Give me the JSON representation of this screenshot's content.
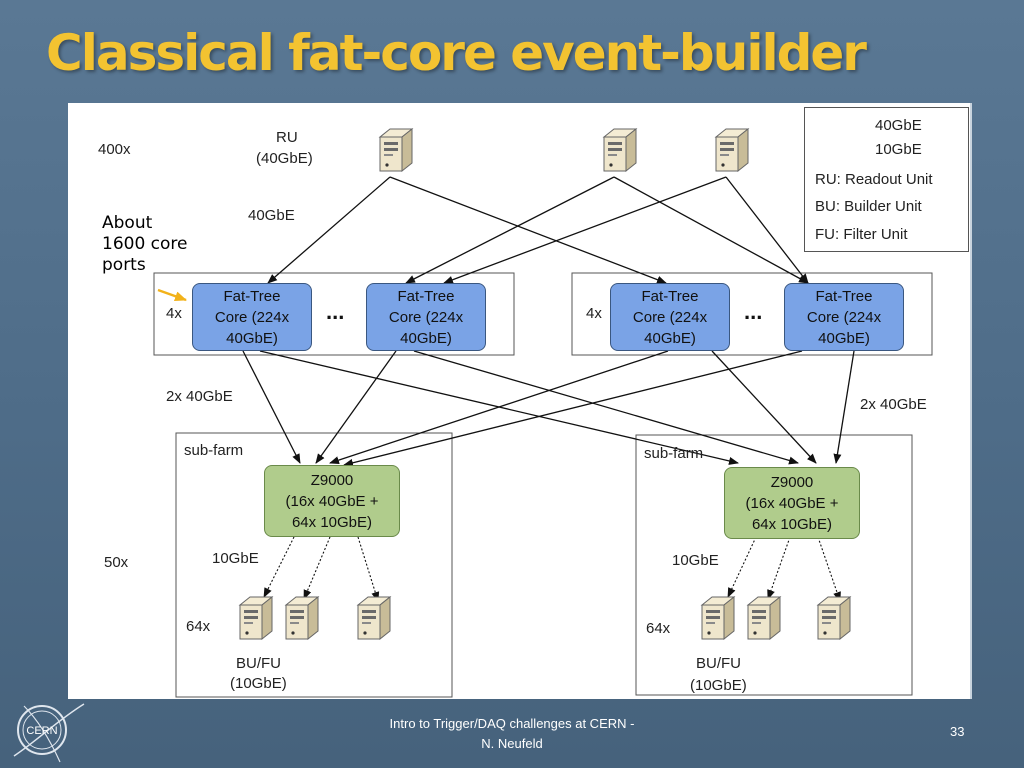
{
  "title": "Classical fat-core event-builder",
  "diagram": {
    "about_lines": [
      "About",
      "1600 core",
      "ports"
    ],
    "labels": {
      "ru_multiplicity": "400x",
      "ru_line1": "RU",
      "ru_line2": "(40GbE)",
      "ru_link": "40GbE",
      "core_multiplicity_left": "4x",
      "core_multiplicity_right": "4x",
      "core_uplink_left": "2x 40GbE",
      "core_uplink_right": "2x 40GbE",
      "subfarm_left": "sub-farm",
      "subfarm_right": "sub-farm",
      "subfarm_multiplicity": "50x",
      "bu_link_left": "10GbE",
      "bu_link_right": "10GbE",
      "bu_multiplicity_left": "64x",
      "bu_multiplicity_right": "64x",
      "bufu_left_1": "BU/FU",
      "bufu_left_2": "(10GbE)",
      "bufu_right_1": "BU/FU",
      "bufu_right_2": "(10GbE)",
      "ellipsis": "..."
    },
    "fat_tree_box": [
      "Fat-Tree",
      "Core (224x",
      "40GbE)"
    ],
    "z9000_box": [
      "Z9000",
      "(16x 40GbE +",
      "64x 10GbE)"
    ],
    "legend": {
      "solid": "40GbE",
      "dotted": "10GbE",
      "ru": "RU: Readout Unit",
      "bu": "BU: Builder Unit",
      "fu": "FU: Filter Unit"
    },
    "colors": {
      "fat_tree": "#7aa3e6",
      "z9000": "#b0cc8c",
      "title": "#f3c331",
      "arrow_highlight": "#f2b21a"
    }
  },
  "footer": {
    "line1": "Intro to Trigger/DAQ challenges at CERN  -",
    "line2": "N. Neufeld",
    "page_number": "33",
    "logo_text": "CERN"
  }
}
